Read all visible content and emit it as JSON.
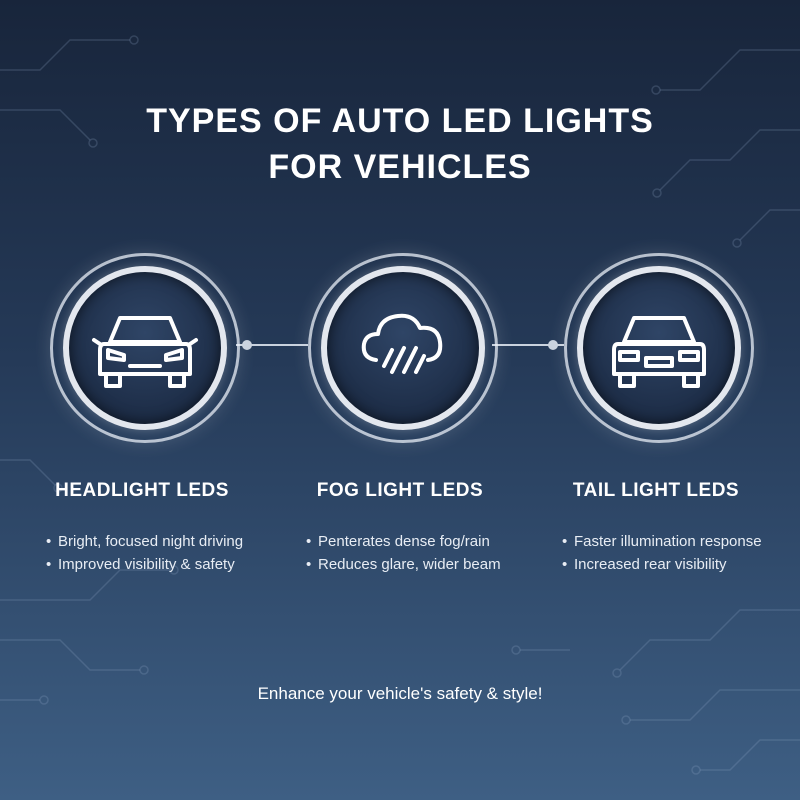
{
  "title": {
    "line1": "TYPES OF AUTO LED LIGHTS",
    "line2": "FOR VEHICLES"
  },
  "cards": [
    {
      "icon": "car-front-icon",
      "title": "HEADLIGHT LEDS",
      "bullets": [
        "Bright, focused night driving",
        "Improved visibility & safety"
      ]
    },
    {
      "icon": "cloud-rain-icon",
      "title": "FOG LIGHT LEDS",
      "bullets": [
        "Penterates dense fog/rain",
        "Reduces glare, wider beam"
      ]
    },
    {
      "icon": "car-rear-icon",
      "title": "TAIL LIGHT LEDS",
      "bullets": [
        "Faster illumination response",
        "Increased rear visibility"
      ]
    }
  ],
  "footer": "Enhance your vehicle's safety & style!",
  "colors": {
    "background_top": "#18253b",
    "background_bottom": "#3e5f84",
    "ring": "#e3e7ee",
    "text": "#ffffff"
  }
}
